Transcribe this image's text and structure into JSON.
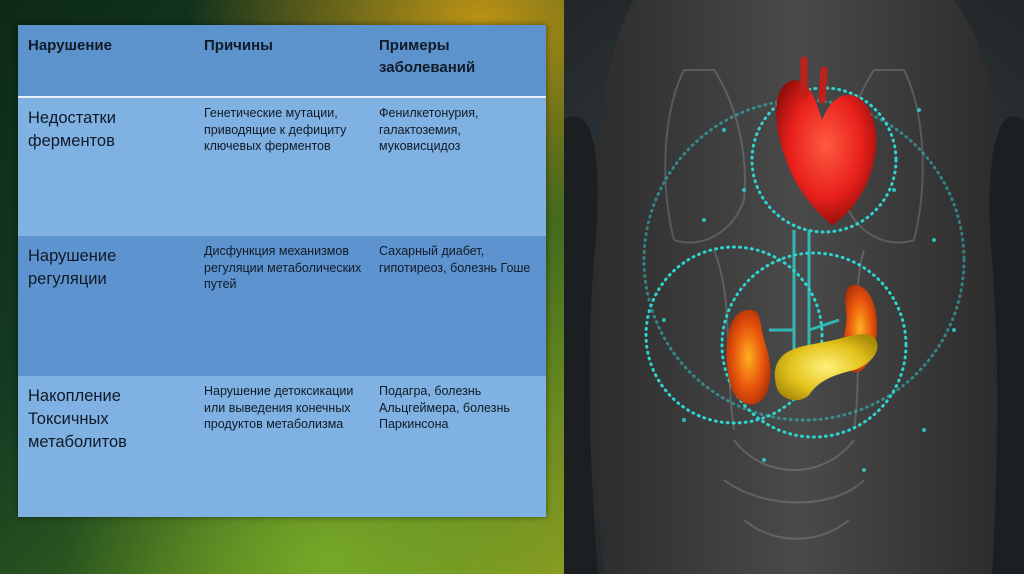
{
  "table": {
    "headers": [
      "Нарушение",
      "Причины",
      "Примеры заболеваний"
    ],
    "rows": [
      {
        "disorder": "Недостатки ферментов",
        "causes": "Генетические мутации, приводящие к дефициту ключевых ферментов",
        "examples": "Фенилкетонурия, галактоземия, муковисцидоз"
      },
      {
        "disorder": "Нарушение регуляции",
        "causes": "Дисфункция механизмов регуляции метаболических путей",
        "examples": "Сахарный диабет, гипотиреоз, болезнь Гоше"
      },
      {
        "disorder": "Накопление Токсичных метаболитов",
        "causes": "Нарушение детоксикации или выведения конечных продуктов метаболизма",
        "examples": "Подагра, болезнь Альцгеймера, болезнь Паркинсона"
      }
    ]
  },
  "colors": {
    "header_bg": "#5c93cd",
    "row_light_bg": "#7fb1e2",
    "row_dark_bg": "#5d93cf",
    "heart": "#e8201c",
    "kidney": "#e8560c",
    "pancreas": "#e3c21c",
    "glow": "#2fd3d0"
  },
  "illustration": {
    "icons": [
      "torso-figure",
      "heart-icon",
      "kidney-icon",
      "pancreas-icon",
      "glow-rings"
    ]
  }
}
